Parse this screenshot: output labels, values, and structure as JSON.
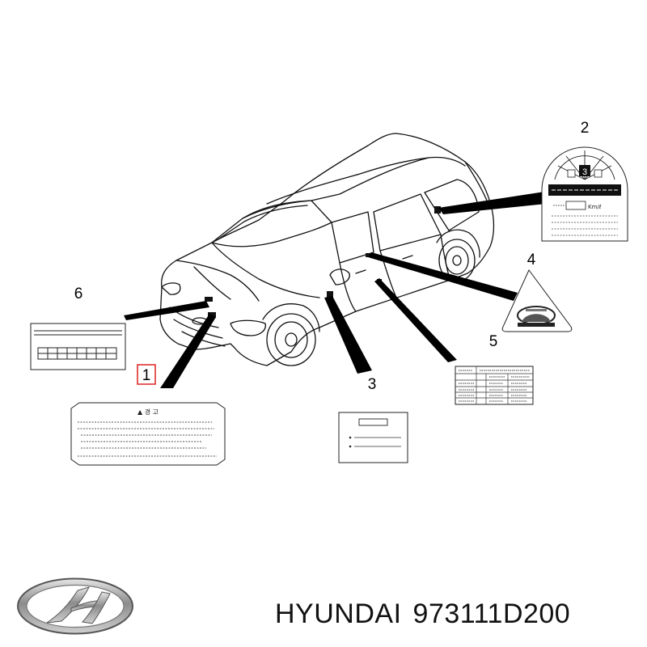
{
  "callouts": [
    "1",
    "2",
    "3",
    "4",
    "5",
    "6"
  ],
  "labels": {
    "warning_header": "▲ 경 고",
    "odometer_unit": "Km/ℓ"
  },
  "caption": {
    "brand": "HYUNDAI",
    "part_number": "973111D200"
  }
}
